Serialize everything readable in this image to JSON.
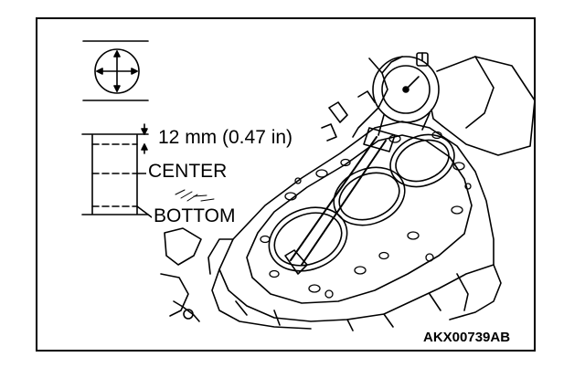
{
  "diagram": {
    "labels": {
      "measure_offset": "12 mm (0.47 in)",
      "center": "CENTER",
      "bottom": "BOTTOM"
    },
    "figure_code": "AKX00739AB",
    "line_color": "#000000",
    "background_color": "#ffffff"
  }
}
